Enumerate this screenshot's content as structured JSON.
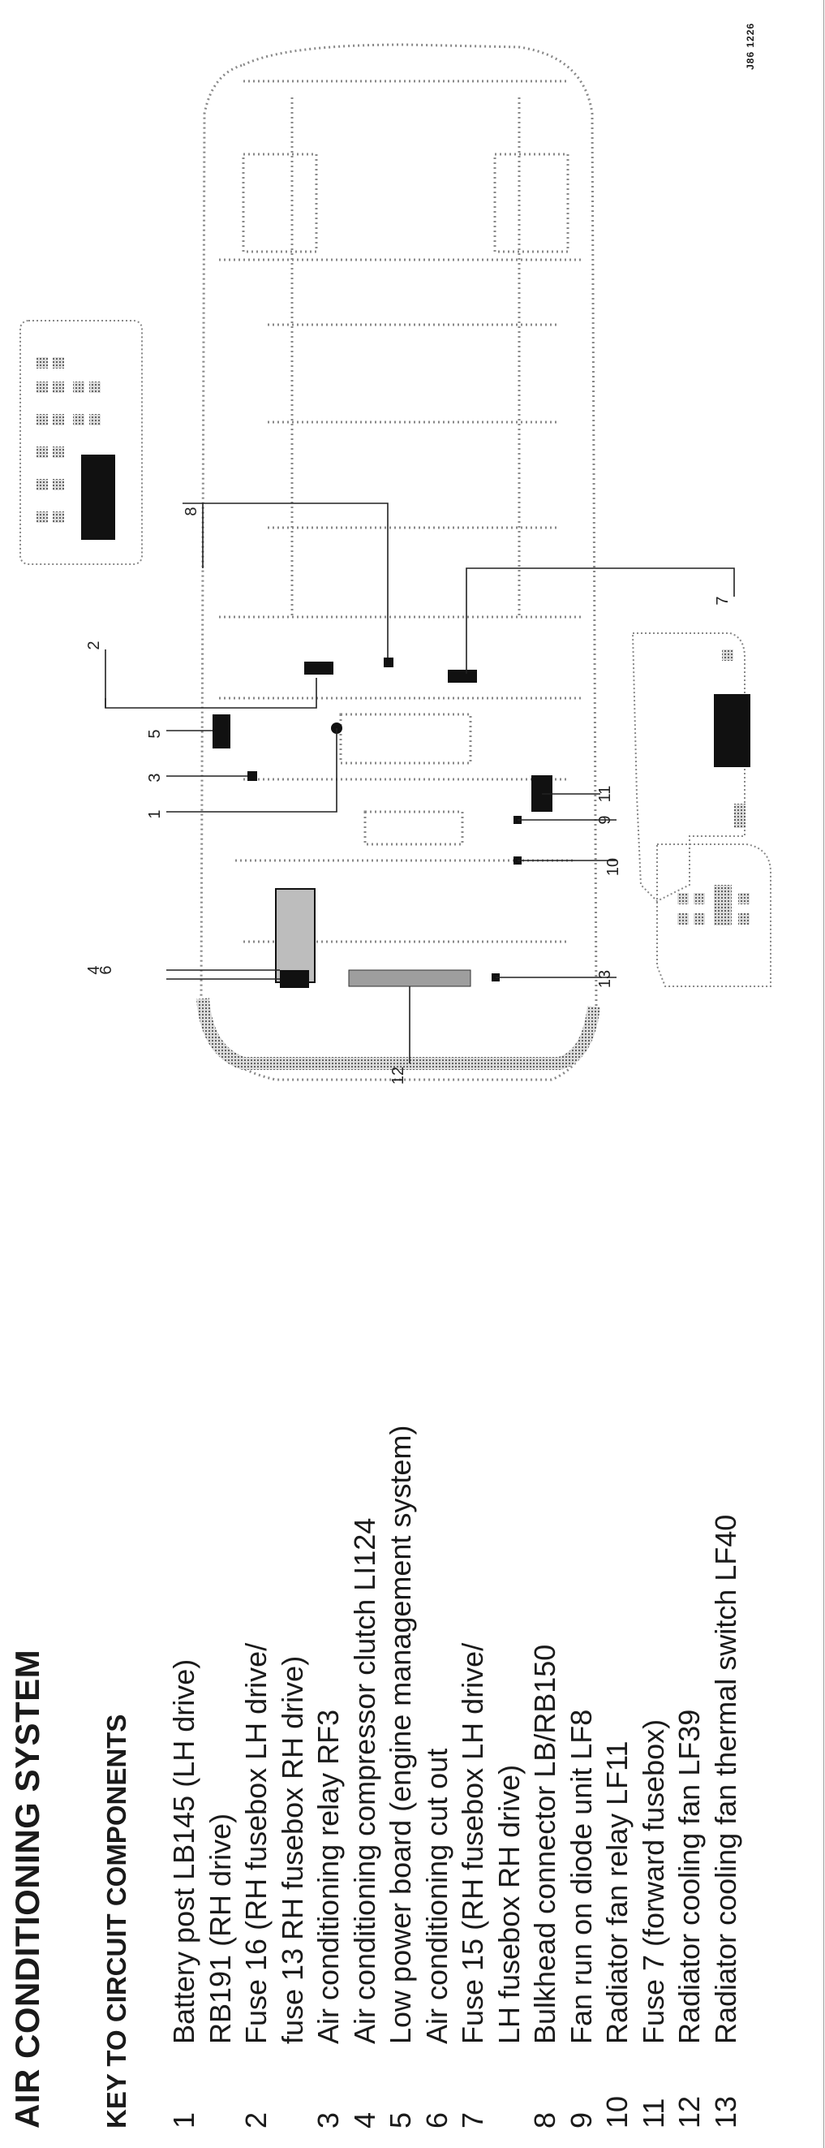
{
  "title": "AIR CONDITIONING SYSTEM",
  "subtitle": "KEY TO CIRCUIT COMPONENTS",
  "drawing_ref": "J86 1226",
  "key_items": [
    {
      "num": "1",
      "text": "Battery post LB145 (LH drive)"
    },
    {
      "num": "",
      "text": "RB191 (RH drive)"
    },
    {
      "num": "2",
      "text": "Fuse 16 (RH fusebox LH drive/"
    },
    {
      "num": "",
      "text": "fuse 13 RH fusebox RH drive)"
    },
    {
      "num": "3",
      "text": "Air conditioning relay RF3"
    },
    {
      "num": "4",
      "text": "Air conditioning compressor clutch LI124"
    },
    {
      "num": "5",
      "text": "Low power board (engine management system)"
    },
    {
      "num": "6",
      "text": "Air conditioning cut out"
    },
    {
      "num": "7",
      "text": "Fuse 15 (RH fusebox LH drive/"
    },
    {
      "num": "",
      "text": "LH fusebox RH drive)"
    },
    {
      "num": "8",
      "text": "Bulkhead connector LB/RB150"
    },
    {
      "num": "9",
      "text": "Fan run on diode unit LF8"
    },
    {
      "num": "10",
      "text": "Radiator fan relay LF11"
    },
    {
      "num": "11",
      "text": "Fuse 7 (forward fusebox)"
    },
    {
      "num": "12",
      "text": "Radiator cooling fan LF39"
    },
    {
      "num": "13",
      "text": "Radiator cooling fan thermal switch LF40"
    }
  ],
  "callouts": [
    "1",
    "2",
    "3",
    "4",
    "5",
    "6",
    "7",
    "8",
    "9",
    "10",
    "11",
    "12",
    "13"
  ]
}
